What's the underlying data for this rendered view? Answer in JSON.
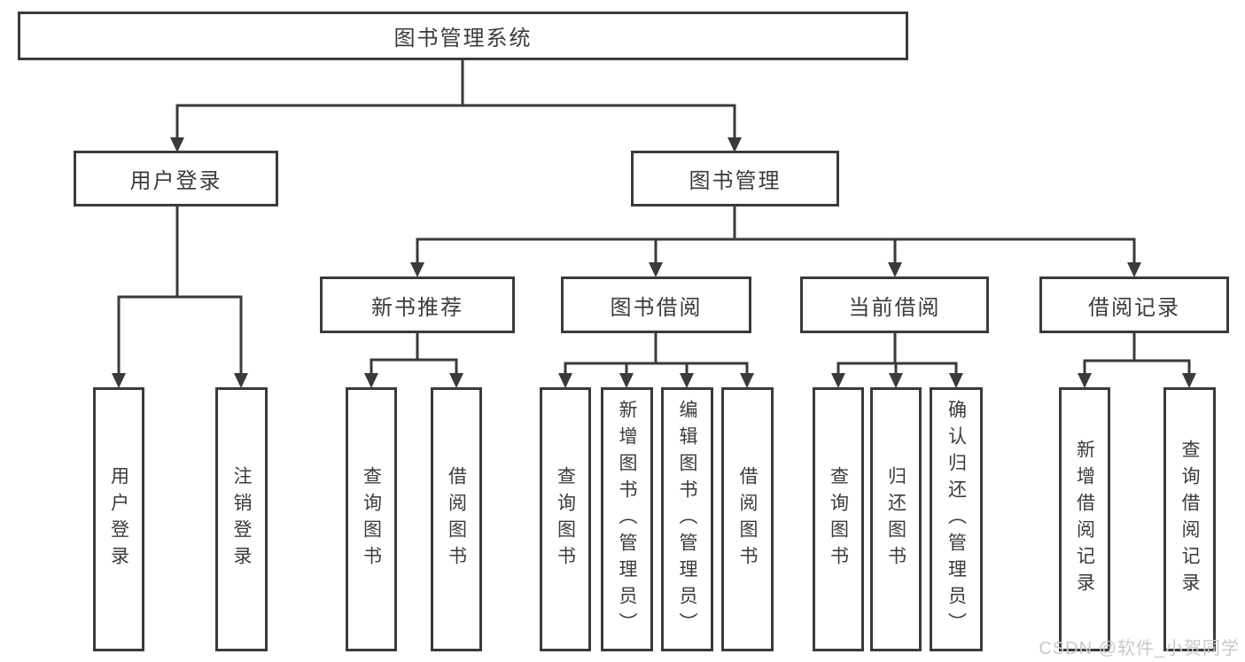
{
  "colors": {
    "line": "#3a3a3c",
    "box_border": "#3a3a3c",
    "text": "#3b3b3b",
    "watermark": "#c9c9c9",
    "background": "#ffffff"
  },
  "watermark": {
    "text": "CSDN @软件_小贺同学"
  },
  "tree": {
    "root": {
      "label": "图书管理系统"
    },
    "branches": [
      {
        "label": "用户登录",
        "children": [
          {
            "label": "用户登录"
          },
          {
            "label": "注销登录"
          }
        ]
      },
      {
        "label": "图书管理",
        "children": [
          {
            "label": "新书推荐",
            "children": [
              {
                "label": "查询图书"
              },
              {
                "label": "借阅图书"
              }
            ]
          },
          {
            "label": "图书借阅",
            "children": [
              {
                "label": "查询图书"
              },
              {
                "label": "新增图书（管理员）"
              },
              {
                "label": "编辑图书（管理员）"
              },
              {
                "label": "借阅图书"
              }
            ]
          },
          {
            "label": "当前借阅",
            "children": [
              {
                "label": "查询图书"
              },
              {
                "label": "归还图书"
              },
              {
                "label": "确认归还（管理员）"
              }
            ]
          },
          {
            "label": "借阅记录",
            "children": [
              {
                "label": "新增借阅记录"
              },
              {
                "label": "查询借阅记录"
              }
            ]
          }
        ]
      }
    ]
  }
}
